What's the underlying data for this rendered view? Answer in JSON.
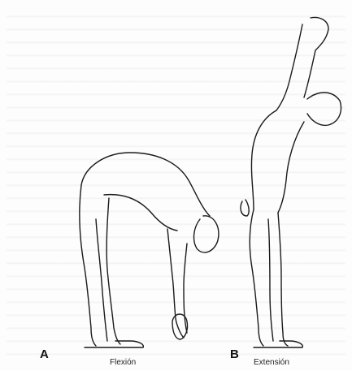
{
  "panels": [
    {
      "letter": "A",
      "caption": "Flexión"
    },
    {
      "letter": "B",
      "caption": "Extensión"
    }
  ]
}
